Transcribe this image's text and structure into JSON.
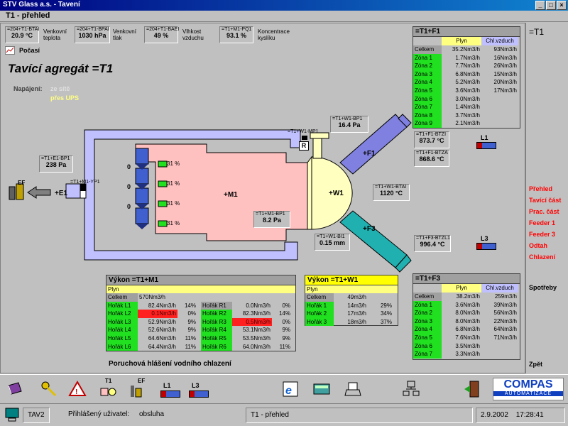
{
  "window": {
    "title": "STV Glass a.s. - Tavení",
    "min": "_",
    "max": "□",
    "close": "×"
  },
  "screen_title": "T1 - přehled",
  "header_sensors": [
    {
      "tag": "=204+T1-BTAI",
      "value": "20.9 °C",
      "label1": "Venkovní",
      "label2": "teplota"
    },
    {
      "tag": "=204+T1-BPAI",
      "value": "1030 hPa",
      "label1": "Venkovní",
      "label2": "tlak"
    },
    {
      "tag": "=204+T1-BAEI",
      "value": "49 %",
      "label1": "Vlhkost",
      "label2": "vzduchu"
    },
    {
      "tag": "=T1+M1-PQ1",
      "value": "93.1 %",
      "label1": "Koncentrace",
      "label2": "kyslíku"
    }
  ],
  "weather": "Počasí",
  "heading": "Tavící agregát =T1",
  "supply": {
    "label": "Napájení:",
    "mains": "ze sítě",
    "ups": "přes UPS"
  },
  "process": {
    "m1": "+M1",
    "w1": "+W1",
    "f1": "+F1",
    "f3": "+F3",
    "e1": "+E1",
    "ef": "EF",
    "r_box": "R",
    "l1": "L1",
    "l3": "L3",
    "zeros": [
      "0",
      "0",
      "0"
    ],
    "burner_pcts": [
      "31 %",
      "31 %",
      "31 %",
      "31 %"
    ],
    "s_e1": {
      "tag": "=T1+E1-BP1",
      "value": "238 Pa"
    },
    "s_e1_valve": "=T1+M1-YP1",
    "s_w1_mp": "=T1+W1-MP1",
    "s_w1_bp": {
      "tag": "=T1+W1-BP1",
      "value": "16.4 Pa"
    },
    "s_m1_bp": {
      "tag": "=T1+M1-BP1",
      "value": "8.2 Pa"
    },
    "s_w1_bi": {
      "tag": "=T1+W1-BI1",
      "value": "0.15 mm"
    },
    "s_w1_btai": {
      "tag": "=T1+W1-BTAI",
      "value": "1120 °C"
    },
    "s_f1_btzi": {
      "tag": "=T1+F1-BTZI",
      "value": "873.7 °C"
    },
    "s_f1_btza": {
      "tag": "=T1+F1-BTZA",
      "value": "868.6 °C"
    },
    "s_f3_btzl": {
      "tag": "=T1+F3-BTZL1",
      "value": "996.4 °C"
    }
  },
  "f1_table": {
    "title": "=T1+F1",
    "col_plyn": "Plyn",
    "col_vzd": "Chl.vzduch",
    "rows": [
      {
        "name": "Celkem",
        "plyn": "35.2Nm3/h",
        "vzd": "93Nm3/h",
        "head": true
      },
      {
        "name": "Zóna 1",
        "plyn": "1.7Nm3/h",
        "vzd": "16Nm3/h"
      },
      {
        "name": "Zóna 2",
        "plyn": "7.7Nm3/h",
        "vzd": "26Nm3/h"
      },
      {
        "name": "Zóna 3",
        "plyn": "6.8Nm3/h",
        "vzd": "15Nm3/h"
      },
      {
        "name": "Zóna 4",
        "plyn": "5.2Nm3/h",
        "vzd": "20Nm3/h"
      },
      {
        "name": "Zóna 5",
        "plyn": "3.6Nm3/h",
        "vzd": "17Nm3/h"
      },
      {
        "name": "Zóna 6",
        "plyn": "3.0Nm3/h",
        "vzd": ""
      },
      {
        "name": "Zóna 7",
        "plyn": "1.4Nm3/h",
        "vzd": ""
      },
      {
        "name": "Zóna 8",
        "plyn": "3.7Nm3/h",
        "vzd": ""
      },
      {
        "name": "Zóna 9",
        "plyn": "2.1Nm3/h",
        "vzd": ""
      }
    ]
  },
  "f3_table": {
    "title": "=T1+F3",
    "col_plyn": "Plyn",
    "col_vzd": "Chl.vzduch",
    "rows": [
      {
        "name": "Celkem",
        "plyn": "38.2m3/h",
        "vzd": "259m3/h",
        "head": true
      },
      {
        "name": "Zóna 1",
        "plyn": "3.6Nm3/h",
        "vzd": "39Nm3/h"
      },
      {
        "name": "Zóna 2",
        "plyn": "8.0Nm3/h",
        "vzd": "56Nm3/h"
      },
      {
        "name": "Zóna 3",
        "plyn": "8.0Nm3/h",
        "vzd": "22Nm3/h"
      },
      {
        "name": "Zóna 4",
        "plyn": "6.8Nm3/h",
        "vzd": "64Nm3/h"
      },
      {
        "name": "Zóna 5",
        "plyn": "7.6Nm3/h",
        "vzd": "71Nm3/h"
      },
      {
        "name": "Zóna 6",
        "plyn": "3.5Nm3/h",
        "vzd": ""
      },
      {
        "name": "Zóna 7",
        "plyn": "3.3Nm3/h",
        "vzd": ""
      }
    ]
  },
  "m1_table": {
    "title": "Výkon =T1+M1",
    "plyn": "Plyn",
    "celkem_label": "Celkem",
    "celkem_val": "570Nm3/h",
    "left": [
      {
        "name": "Hořák L1",
        "val": "82.4Nm3/h",
        "pct": "14%",
        "alarm": false
      },
      {
        "name": "Hořák L2",
        "val": "0.1Nm3/h",
        "pct": "0%",
        "alarm": true
      },
      {
        "name": "Hořák L3",
        "val": "52.9Nm3/h",
        "pct": "9%",
        "alarm": false
      },
      {
        "name": "Hořák L4",
        "val": "52.6Nm3/h",
        "pct": "9%",
        "alarm": false
      },
      {
        "name": "Hořák L5",
        "val": "64.6Nm3/h",
        "pct": "11%",
        "alarm": false
      },
      {
        "name": "Hořák L6",
        "val": "64.4Nm3/h",
        "pct": "11%",
        "alarm": false
      }
    ],
    "right": [
      {
        "name": "Hořák R1",
        "val": "0.0Nm3/h",
        "pct": "0%",
        "alarm": false,
        "off": true
      },
      {
        "name": "Hořák R2",
        "val": "82.3Nm3/h",
        "pct": "14%",
        "alarm": false
      },
      {
        "name": "Hořák R3",
        "val": "0.5Nm3/h",
        "pct": "0%",
        "alarm": true
      },
      {
        "name": "Hořák R4",
        "val": "53.1Nm3/h",
        "pct": "9%",
        "alarm": false
      },
      {
        "name": "Hořák R5",
        "val": "53.5Nm3/h",
        "pct": "9%",
        "alarm": false
      },
      {
        "name": "Hořák R6",
        "val": "64.0Nm3/h",
        "pct": "11%",
        "alarm": false
      }
    ]
  },
  "w1_table": {
    "title": "Výkon =T1+W1",
    "plyn": "Plyn",
    "celkem_label": "Celkem",
    "celkem_val": "49m3/h",
    "rows": [
      {
        "name": "Hořák 1",
        "val": "14m3/h",
        "pct": "29%"
      },
      {
        "name": "Hořák 2",
        "val": "17m3/h",
        "pct": "34%"
      },
      {
        "name": "Hořák 3",
        "val": "18m3/h",
        "pct": "37%"
      }
    ]
  },
  "fault_msg": "Poruchová hlášení vodního chlazení",
  "right_panel": {
    "title": "=T1",
    "nav": [
      "Přehled",
      "Tavící část",
      "Prac. část",
      "Feeder 1",
      "Feeder 3",
      "Odtah",
      "Chlazení"
    ],
    "consumption": "Spotřeby",
    "back": "Zpět"
  },
  "toolbar": {
    "t1": "T1",
    "ef": "EF",
    "l1": "L1",
    "l3": "L3",
    "logo1": "COMPAS",
    "logo2": "AUTOMATIZACE"
  },
  "status": {
    "station": "TAV2",
    "user_label": "Přihlášený uživatel:",
    "user": "obsluha",
    "screen": "T1 - přehled",
    "date": "2.9.2002",
    "time": "17:28:41"
  },
  "colors": {
    "m1": "#ffc0c0",
    "w1": "#ffffc0",
    "f1": "#8080e0",
    "f3": "#20b0b0",
    "duct": "#c0c0ff",
    "alarm": "#ff2020",
    "ok": "#20e020",
    "nav": "#ff0000"
  }
}
